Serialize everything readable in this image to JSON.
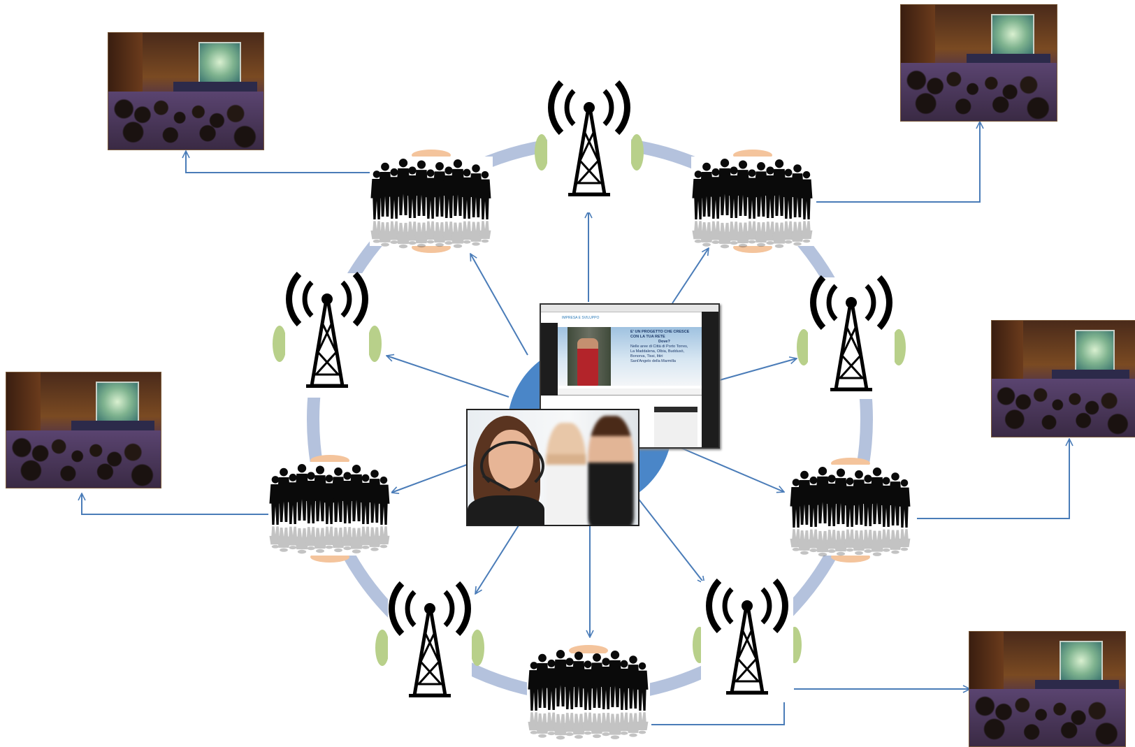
{
  "diagram": {
    "palette": {
      "ring": "#b4c2dd",
      "center_disc": "#4a86c8",
      "arrow": "#4a7cb8",
      "silhouette": "#0a0a0a",
      "antenna_accent": "#b8d08a",
      "crowd_accent": "#f4c49c"
    },
    "icons": {
      "antenna": "radio-tower-icon",
      "crowd": "crowd-silhouette-icon",
      "audience": "conference-audience-photo",
      "center_web": "website-screenshot",
      "center_call": "call-center-photo"
    },
    "website": {
      "url_bar": "",
      "logo": "IMPRESA E SVILUPPO",
      "hero_lines": [
        "E' UN PROGETTO CHE CRESCE",
        "CON LA TUA RETE",
        "Dove?",
        "Nelle aree di Città di Porto Torres,",
        "La Maddalena, Olbia, Buddusò,",
        "Bonorva, Tissi, Ittiri",
        "Sant'Angelo della Marmilla"
      ],
      "menu_items": [
        "",
        "",
        ""
      ],
      "sidebox_title": ""
    }
  }
}
